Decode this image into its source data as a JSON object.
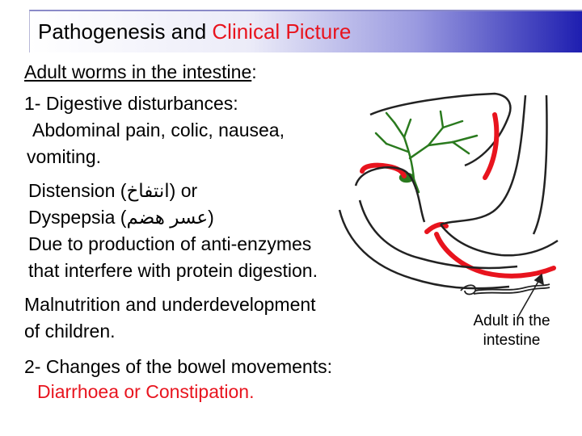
{
  "title": {
    "main": "Pathogenesis and ",
    "accent": "Clinical Picture"
  },
  "content": {
    "heading": {
      "underlined": "Adult worms in the intestine",
      "suffix": ":"
    },
    "item1": "1- Digestive disturbances:",
    "symptoms1": "Abdominal pain, colic, nausea,",
    "symptoms2": "vomiting.",
    "distension": {
      "label": "Distension  (",
      "arabic": "انتفاخ",
      "suffix": ") or"
    },
    "dyspepsia": {
      "label": "Dyspepsia  (",
      "arabic": "عسر هضم",
      "suffix": ")"
    },
    "due1": "Due to production of anti-enzymes",
    "due2": "that interfere with protein digestion.",
    "malnutrition1": "Malnutrition and underdevelopment",
    "malnutrition2": "of children.",
    "item2": "2- Changes of the bowel movements:",
    "item2_detail": "Diarrhoea or Constipation."
  },
  "figure": {
    "caption": "Adult in the intestine"
  },
  "colors": {
    "accent": "#e8141e",
    "title_gradient_end": "#1e1eb0",
    "organ_green": "#2a7a1e"
  }
}
